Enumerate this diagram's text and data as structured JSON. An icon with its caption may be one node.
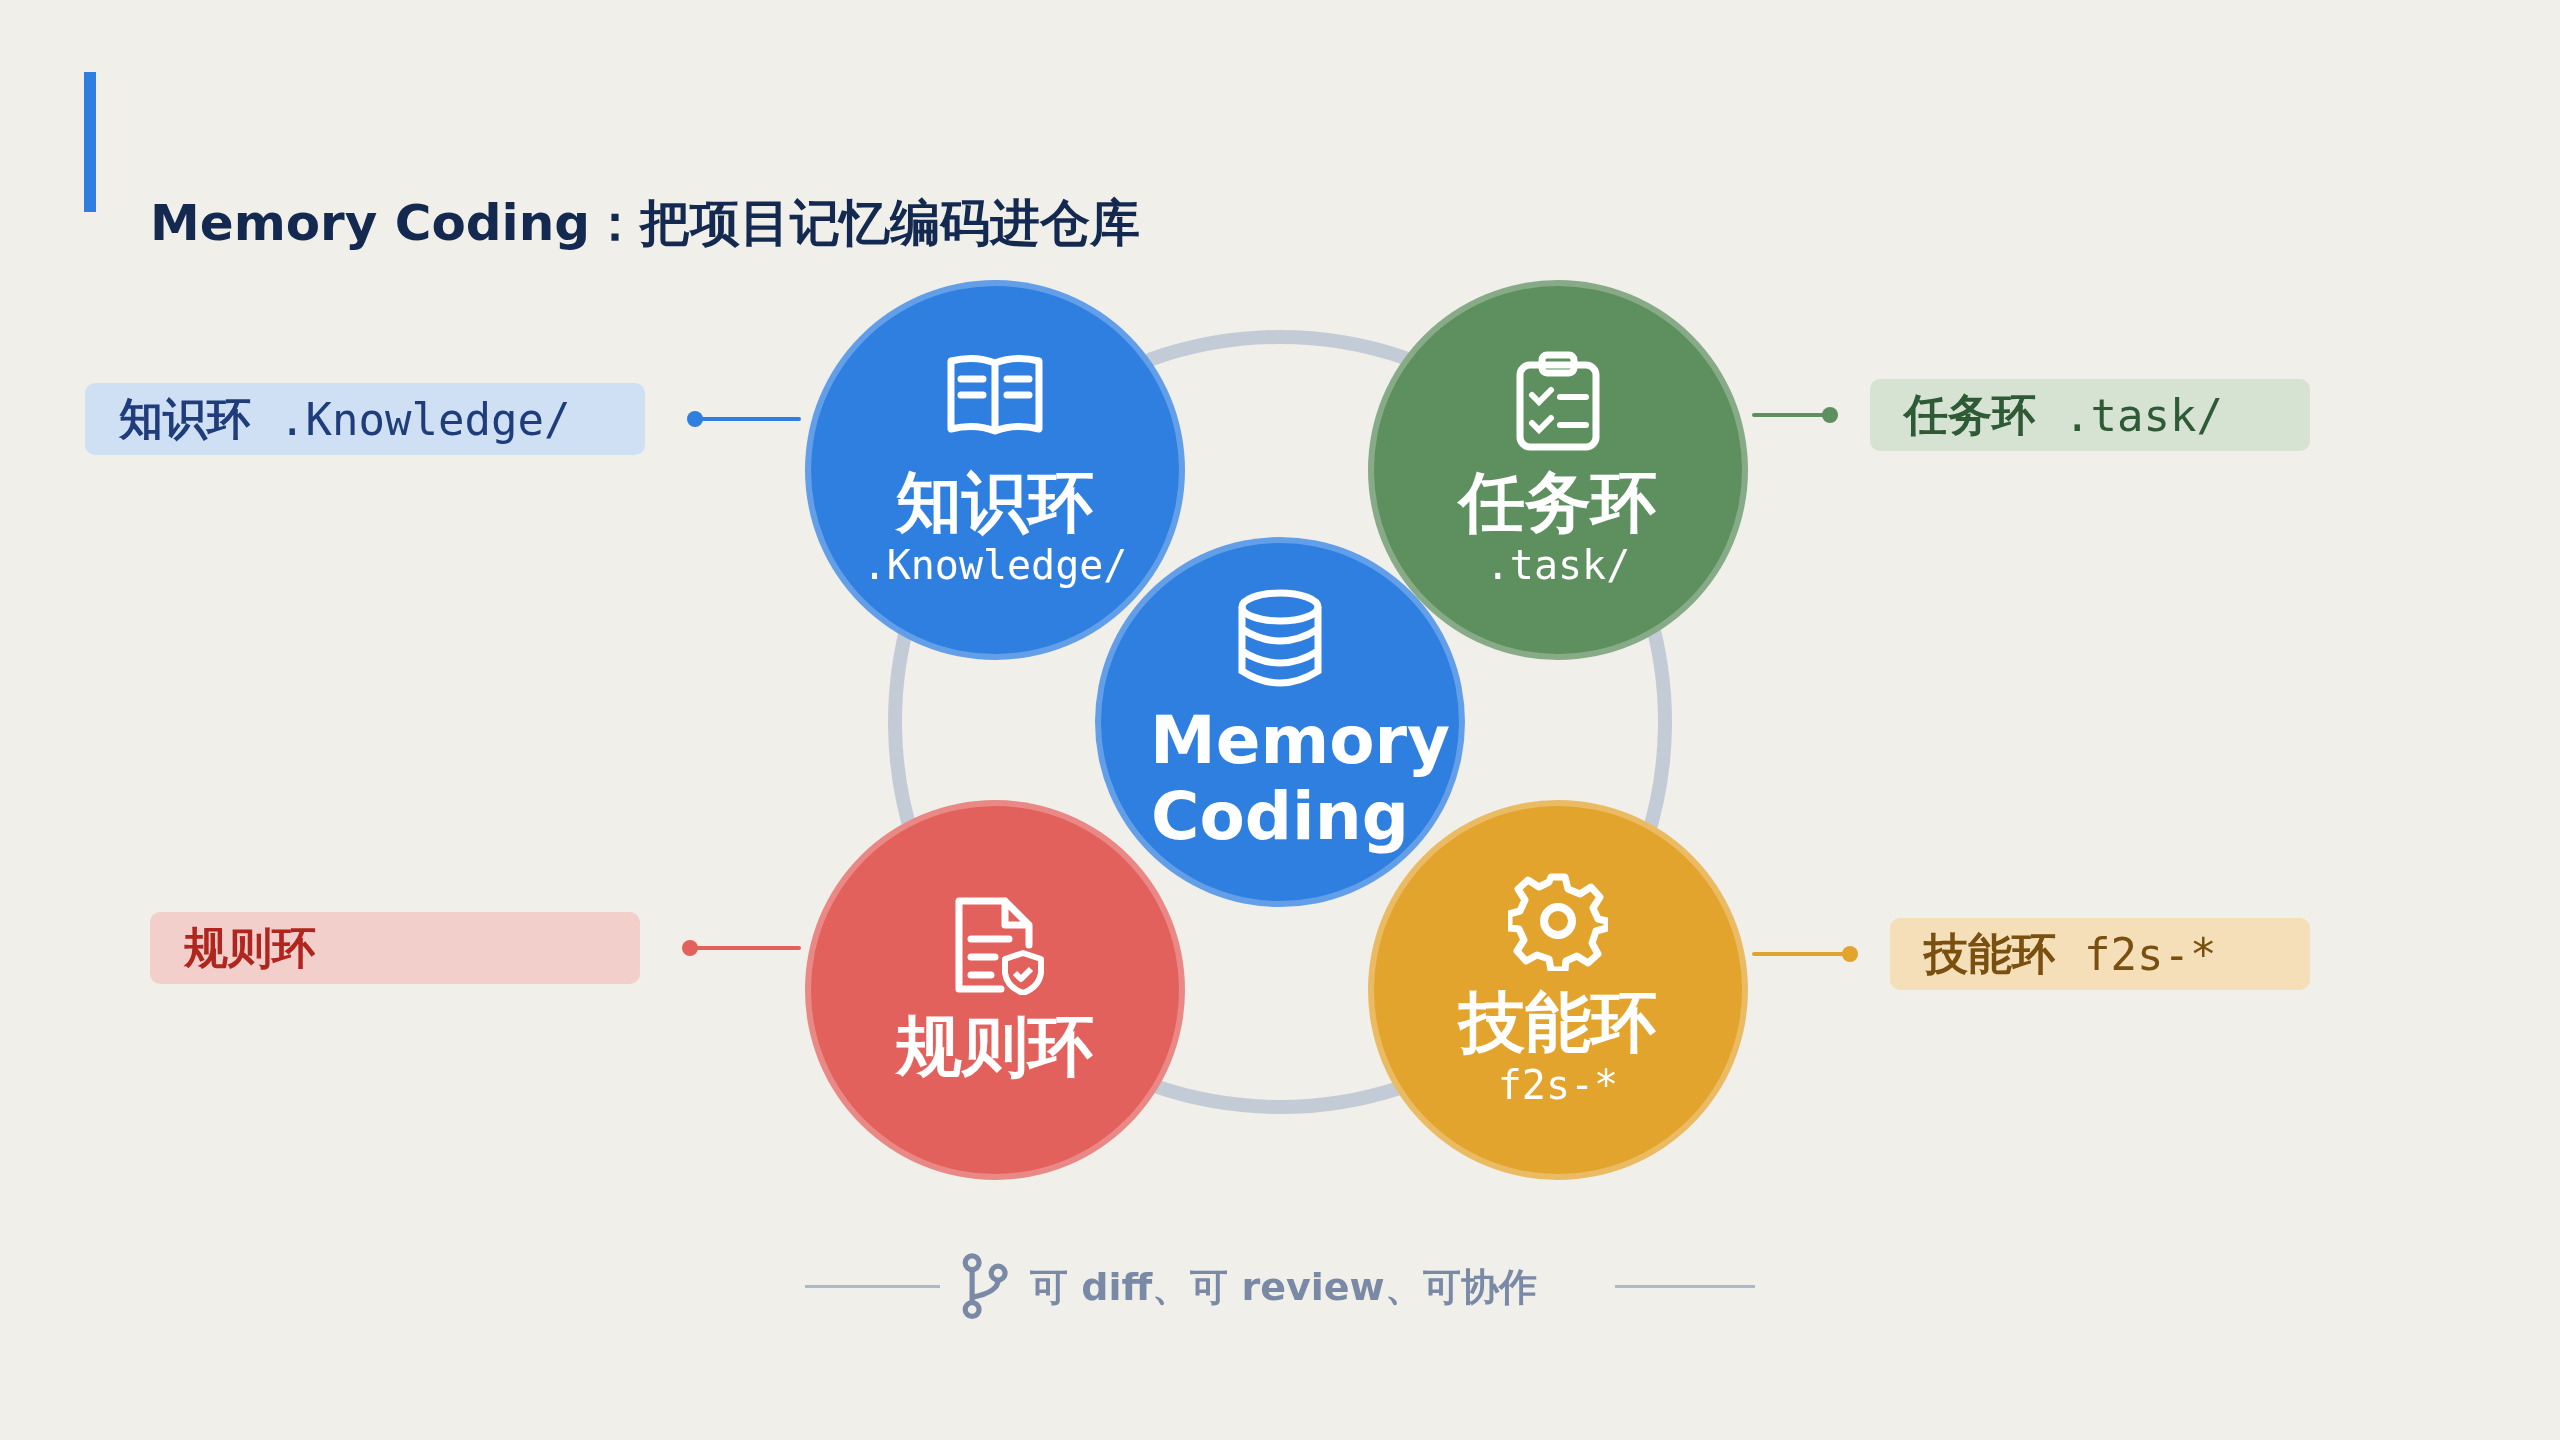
{
  "diagram": {
    "title": "Memory Coding：把项目记忆编码进仓库",
    "nodes": [
      {
        "text": [
          "知识环",
          ".Knowledge/"
        ]
      },
      {
        "text": [
          "任务环",
          ".task/"
        ]
      },
      {
        "text": [
          "Memory Coding"
        ]
      },
      {
        "text": [
          "规则环"
        ]
      },
      {
        "text": [
          "技能环",
          "f2s-*"
        ]
      },
      {
        "text": [
          "知识环",
          ".Knowledge/"
        ]
      },
      {
        "text": [
          "任务环",
          ".task/"
        ]
      },
      {
        "text": [
          "规则环"
        ]
      },
      {
        "text": [
          "技能环",
          "f2s-*"
        ]
      }
    ],
    "edges": [
      {
        "from": 0,
        "to": 5,
        "arrow": "other",
        "color": "#2f7fe0"
      },
      {
        "from": 1,
        "to": 6,
        "arrow": "other",
        "color": "#5e8f5e"
      },
      {
        "from": 3,
        "to": 7,
        "arrow": "other",
        "color": "#e2615c"
      },
      {
        "from": 4,
        "to": 8,
        "arrow": "other",
        "color": "#e3a42e"
      },
      {
        "from": 0,
        "to": 1,
        "arrow": "none",
        "style": "thick",
        "color": "#c3ccd6"
      },
      {
        "from": 1,
        "to": 4,
        "arrow": "none",
        "style": "thick",
        "color": "#c3ccd6"
      },
      {
        "from": 4,
        "to": 3,
        "arrow": "none",
        "style": "thick",
        "color": "#c3ccd6"
      },
      {
        "from": 3,
        "to": 0,
        "arrow": "none",
        "style": "thick",
        "color": "#c3ccd6"
      }
    ],
    "labels": [
      "可 diff、可 review、可协作"
    ]
  }
}
